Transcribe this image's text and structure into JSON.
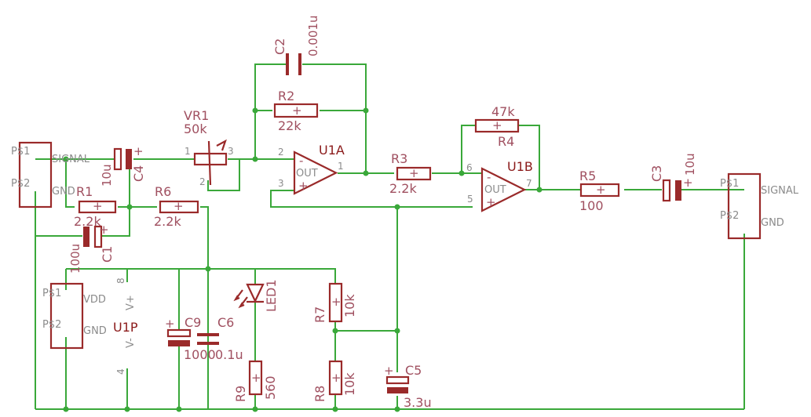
{
  "parts": {
    "c2": {
      "name": "C2",
      "value": "0.001u"
    },
    "r2": {
      "name": "R2",
      "value": "22k"
    },
    "vr1": {
      "name": "VR1",
      "value": "50k",
      "pin1": "1",
      "pin2": "2",
      "pin3": "3"
    },
    "c4": {
      "name": "C4",
      "value": "10u"
    },
    "u1a": {
      "name": "U1A",
      "pin_inv": "2",
      "pin_noninv": "3",
      "pin_out": "1",
      "out_label": "OUT"
    },
    "r3": {
      "name": "R3",
      "value": "2.2k"
    },
    "r4": {
      "name": "R4",
      "value": "47k"
    },
    "u1b": {
      "name": "U1B",
      "pin_inv": "6",
      "pin_noninv": "5",
      "pin_out": "7",
      "out_label": "OUT"
    },
    "r5": {
      "name": "R5",
      "value": "100"
    },
    "c3": {
      "name": "C3",
      "value": "10u"
    },
    "r1": {
      "name": "R1",
      "value": "2.2k"
    },
    "r6": {
      "name": "R6",
      "value": "2.2k"
    },
    "c1": {
      "name": "C1",
      "value": "100u"
    },
    "u1p": {
      "name": "U1P",
      "vplus": "V+",
      "vminus": "V-",
      "pin8": "8",
      "pin4": "4"
    },
    "c9": {
      "name": "C9",
      "value": "1000"
    },
    "c6": {
      "name": "C6",
      "value": "0.1u"
    },
    "led1": {
      "name": "LED1"
    },
    "r9": {
      "name": "R9",
      "value": "560"
    },
    "r7": {
      "name": "R7",
      "value": "10k"
    },
    "r8": {
      "name": "R8",
      "value": "10k"
    },
    "c5": {
      "name": "C5",
      "value": "3.3u"
    }
  },
  "connectors": {
    "input": {
      "p1": "P$1",
      "p2": "P$2",
      "signal": "SIGNAL",
      "gnd": "GND"
    },
    "output": {
      "p1": "P$1",
      "p2": "P$2",
      "signal": "SIGNAL",
      "gnd": "GND"
    },
    "power": {
      "p1": "P$1",
      "p2": "P$2",
      "vdd": "VDD",
      "gnd": "GND"
    }
  }
}
